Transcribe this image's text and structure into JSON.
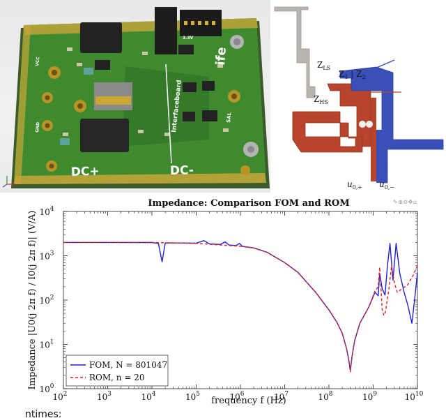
{
  "pcb": {
    "silkscreen": {
      "dc_plus": "DC+",
      "dc_minus": "DC-",
      "board_name": "Interfaceboard",
      "logo": "ife",
      "small_label": "3.3V",
      "org": "SAL",
      "vcc_label": "VCC",
      "gnd_label": "GND"
    }
  },
  "layout": {
    "labels": {
      "zls": "Z",
      "zls_sub": "LS",
      "zhs": "Z",
      "zhs_sub": "HS",
      "z1": "Z",
      "z1_sub": "1",
      "z2": "Z",
      "z2_sub": "2",
      "u_plus": "u",
      "u_plus_sub": "0,+",
      "u_minus": "u",
      "u_minus_sub": "0,−"
    }
  },
  "chart_data": {
    "type": "line",
    "title": "Impedance: Comparison FOM and ROM",
    "xlabel": "frequency f (Hz)",
    "ylabel": "Impedance |U0(j 2π f) / I0(j 2π f)| (V/A)",
    "xscale": "log",
    "yscale": "log",
    "xlim": [
      100,
      10000000000
    ],
    "ylim": [
      1,
      10000
    ],
    "x_ticks": [
      {
        "value": 100,
        "base": "10",
        "exp": "2"
      },
      {
        "value": 1000,
        "base": "10",
        "exp": "3"
      },
      {
        "value": 10000,
        "base": "10",
        "exp": "4"
      },
      {
        "value": 100000,
        "base": "10",
        "exp": "5"
      },
      {
        "value": 1000000,
        "base": "10",
        "exp": "6"
      },
      {
        "value": 10000000,
        "base": "10",
        "exp": "7"
      },
      {
        "value": 100000000,
        "base": "10",
        "exp": "8"
      },
      {
        "value": 1000000000,
        "base": "10",
        "exp": "9"
      },
      {
        "value": 10000000000,
        "base": "10",
        "exp": "10"
      }
    ],
    "y_ticks": [
      {
        "value": 1,
        "base": "10",
        "exp": "0"
      },
      {
        "value": 10,
        "base": "10",
        "exp": "1"
      },
      {
        "value": 100,
        "base": "10",
        "exp": "2"
      },
      {
        "value": 1000,
        "base": "10",
        "exp": "3"
      },
      {
        "value": 10000,
        "base": "10",
        "exp": "4"
      }
    ],
    "grid": false,
    "legend_position": "bottom-left",
    "series": [
      {
        "name": "FOM, N = 801047",
        "color": "#1f1fd6",
        "style": "solid",
        "points": [
          [
            100,
            2000
          ],
          [
            1000,
            2000
          ],
          [
            10000,
            1990
          ],
          [
            14000,
            1900
          ],
          [
            17000,
            730
          ],
          [
            20000,
            1950
          ],
          [
            50000,
            1940
          ],
          [
            100000,
            1920
          ],
          [
            150000,
            2200
          ],
          [
            200000,
            1850
          ],
          [
            350000,
            1800
          ],
          [
            450000,
            2050
          ],
          [
            550000,
            1750
          ],
          [
            800000,
            1700
          ],
          [
            950000,
            1900
          ],
          [
            1100000,
            1640
          ],
          [
            2000000,
            1500
          ],
          [
            4000000,
            1200
          ],
          [
            10000000,
            700
          ],
          [
            20000000,
            420
          ],
          [
            50000000,
            150
          ],
          [
            100000000,
            60
          ],
          [
            150000000,
            32
          ],
          [
            200000000,
            18
          ],
          [
            250000000,
            8
          ],
          [
            280000000,
            4.5
          ],
          [
            305000000,
            2.6
          ],
          [
            330000000,
            5
          ],
          [
            380000000,
            12
          ],
          [
            500000000,
            30
          ],
          [
            800000000,
            70
          ],
          [
            1100000000,
            150
          ],
          [
            1300000000,
            125
          ],
          [
            1400000000,
            400
          ],
          [
            1600000000,
            180
          ],
          [
            1850000000,
            130
          ],
          [
            2100000000,
            600
          ],
          [
            2400000000,
            1900
          ],
          [
            2800000000,
            280
          ],
          [
            3300000000,
            1900
          ],
          [
            4000000000,
            400
          ],
          [
            5000000000,
            150
          ],
          [
            6000000000,
            80
          ],
          [
            7500000000,
            30
          ],
          [
            9000000000,
            150
          ],
          [
            10000000000,
            420
          ]
        ]
      },
      {
        "name": "ROM, n = 20",
        "color": "#e02020",
        "style": "dashed",
        "points": [
          [
            100,
            2000
          ],
          [
            1000,
            2000
          ],
          [
            10000,
            1990
          ],
          [
            100000,
            1900
          ],
          [
            1000000,
            1640
          ],
          [
            2000000,
            1500
          ],
          [
            4000000,
            1200
          ],
          [
            10000000,
            700
          ],
          [
            20000000,
            420
          ],
          [
            50000000,
            150
          ],
          [
            100000000,
            60
          ],
          [
            150000000,
            32
          ],
          [
            200000000,
            18
          ],
          [
            250000000,
            8
          ],
          [
            280000000,
            4.5
          ],
          [
            305000000,
            2.4
          ],
          [
            330000000,
            5
          ],
          [
            380000000,
            12
          ],
          [
            500000000,
            30
          ],
          [
            800000000,
            70
          ],
          [
            1100000000,
            160
          ],
          [
            1300000000,
            200
          ],
          [
            1400000000,
            550
          ],
          [
            1600000000,
            60
          ],
          [
            1750000000,
            45
          ],
          [
            1900000000,
            55
          ],
          [
            2300000000,
            200
          ],
          [
            2600000000,
            600
          ],
          [
            3000000000,
            250
          ],
          [
            3500000000,
            150
          ],
          [
            4500000000,
            180
          ],
          [
            6000000000,
            220
          ],
          [
            8000000000,
            360
          ],
          [
            10000000000,
            600
          ]
        ]
      }
    ]
  },
  "footer": {
    "cutoff_text": "ntimes:"
  }
}
